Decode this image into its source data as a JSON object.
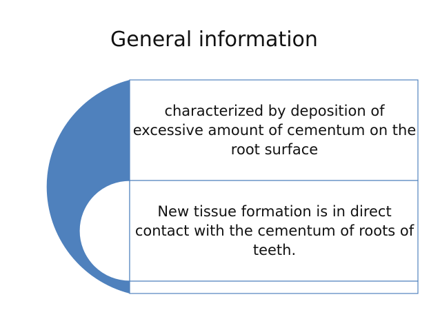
{
  "title": "General information",
  "colors": {
    "primary": "#4f81bd",
    "outline": "#4f81bd",
    "box_fill": "#ffffff",
    "text": "#111111"
  },
  "items": [
    {
      "text": "characterized by deposition of excessive amount of cementum on the root surface"
    },
    {
      "text": "New tissue formation is in direct contact with the cementum of roots of teeth."
    }
  ]
}
